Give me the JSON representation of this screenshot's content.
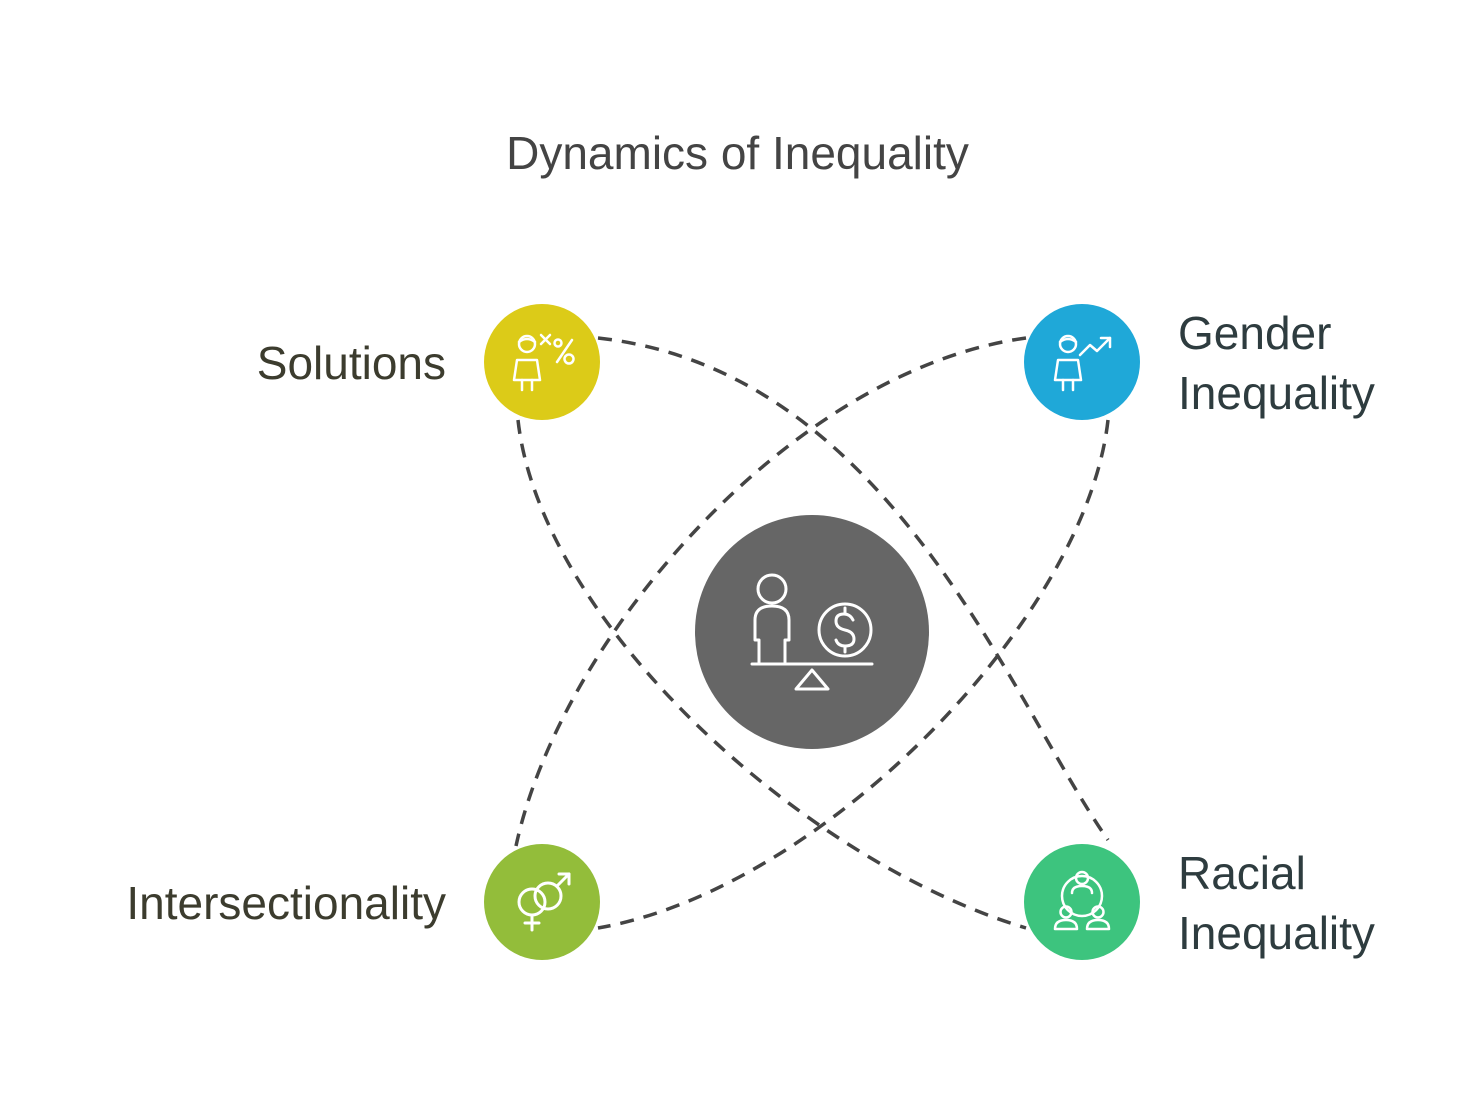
{
  "title": "Dynamics of Inequality",
  "center": {
    "icon": "person-money-balance-icon",
    "color": "#666666"
  },
  "nodes": [
    {
      "id": "solutions",
      "lines": [
        "Solutions"
      ],
      "color": "#dccb18",
      "icon": "woman-formula-percent-icon"
    },
    {
      "id": "gender",
      "lines": [
        "Gender",
        "Inequality"
      ],
      "color": "#1fa8d8",
      "icon": "woman-chart-up-icon"
    },
    {
      "id": "intersectionality",
      "lines": [
        "Intersectionality"
      ],
      "color": "#93bd3a",
      "icon": "gender-symbols-icon"
    },
    {
      "id": "racial",
      "lines": [
        "Racial",
        "Inequality"
      ],
      "color": "#3dc47e",
      "icon": "group-people-icon"
    }
  ],
  "line_color": "#444444"
}
